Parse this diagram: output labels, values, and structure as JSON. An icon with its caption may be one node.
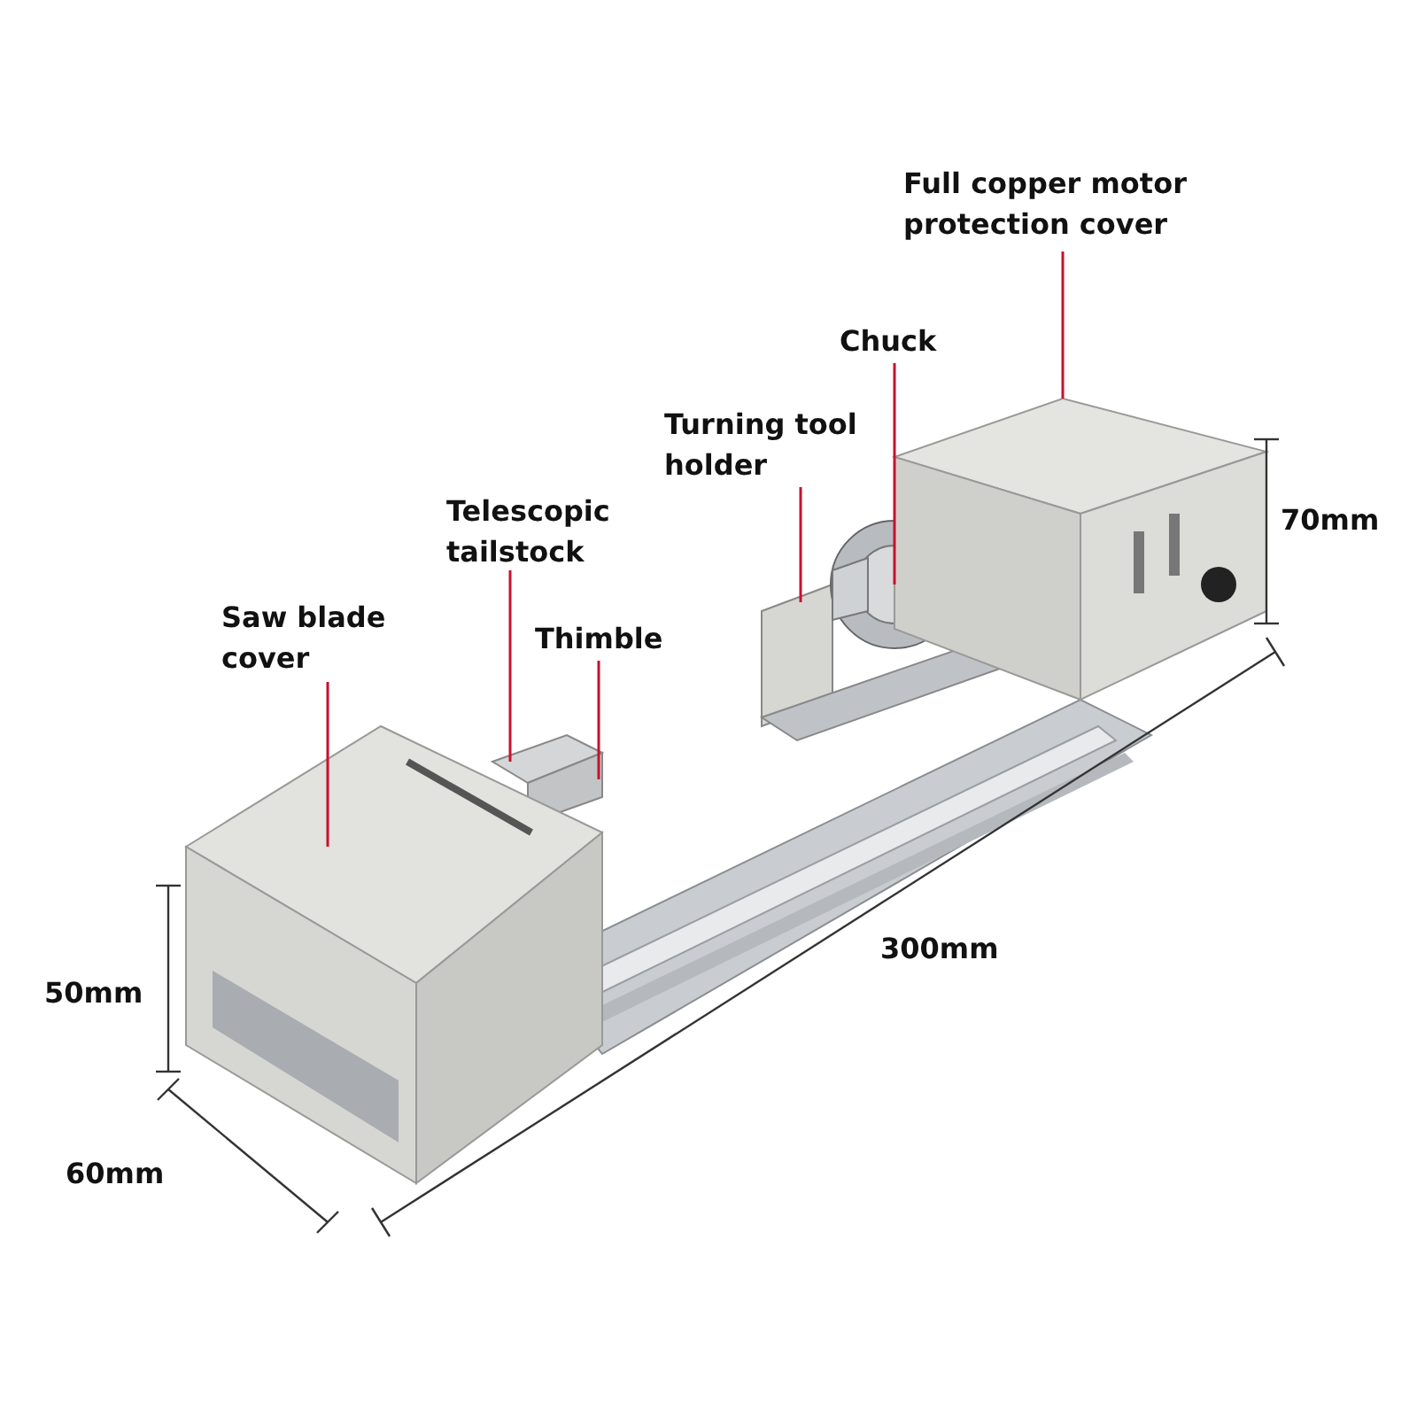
{
  "diagram": {
    "nodes": [
      {
        "text": [
          "Full copper motor protection cover"
        ]
      },
      {
        "text": [
          "Chuck"
        ]
      },
      {
        "text": [
          "Turning tool holder"
        ]
      },
      {
        "text": [
          "Telescopic tailstock"
        ]
      },
      {
        "text": [
          "Thimble"
        ]
      },
      {
        "text": [
          "Saw blade cover"
        ]
      }
    ],
    "edges": [
      {
        "from": 0,
        "to": null,
        "arrow": "none"
      },
      {
        "from": 1,
        "to": null,
        "arrow": "none"
      },
      {
        "from": 2,
        "to": null,
        "arrow": "none"
      },
      {
        "from": 3,
        "to": null,
        "arrow": "none"
      },
      {
        "from": 4,
        "to": null,
        "arrow": "none"
      },
      {
        "from": 5,
        "to": null,
        "arrow": "none"
      }
    ],
    "labels": [
      "70mm",
      "300mm",
      "50mm",
      "60mm"
    ]
  }
}
